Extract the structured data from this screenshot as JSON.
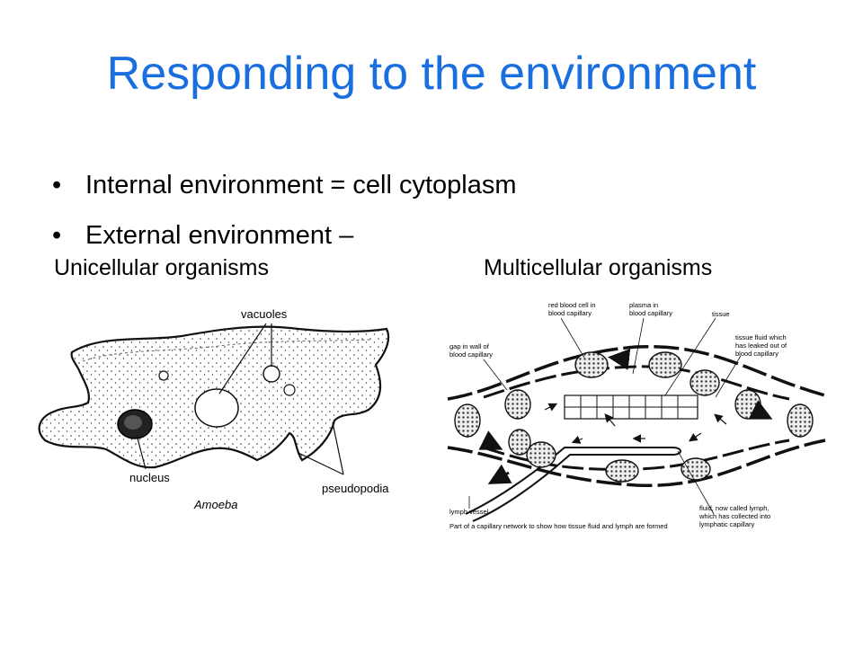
{
  "slide": {
    "title": "Responding to the environment",
    "bullets": [
      "Internal environment = cell cytoplasm",
      "External environment –"
    ],
    "subheadings": {
      "left": "Unicellular organisms",
      "right": "Multicellular organisms"
    }
  },
  "amoeba_figure": {
    "labels": {
      "vacuoles": "vacuoles",
      "nucleus": "nucleus",
      "pseudopodia": "pseudopodia",
      "caption": "Amoeba"
    }
  },
  "capillary_figure": {
    "labels": {
      "red_blood_cell": [
        "red blood cell in",
        "blood capillary"
      ],
      "plasma": [
        "plasma in",
        "blood capillary"
      ],
      "tissue": "tissue",
      "gap": [
        "gap in wall of",
        "blood capillary"
      ],
      "tissue_fluid": [
        "tissue fluid which",
        "has leaked out of",
        "blood capillary"
      ],
      "lymph_vessel": "lymph vessel",
      "lymph": [
        "fluid, now called lymph,",
        "which has collected into",
        "lymphatic capillary"
      ],
      "caption": "Part of a capillary network to show how tissue fluid and lymph are formed"
    }
  }
}
